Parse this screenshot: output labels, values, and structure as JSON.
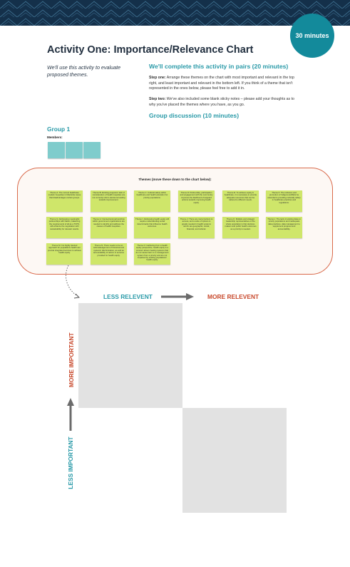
{
  "header": {
    "timer": "30 minutes",
    "title": "Activity One: Importance/Relevance Chart"
  },
  "intro": "We'll use this activity to evaluate proposed themes.",
  "instructions": {
    "heading": "We'll complete this activity in pairs (20 minutes)",
    "step_one_label": "Step one:",
    "step_one_text": "Arrange these themes on the chart with most important and relevant in the top right, and least important and relevant in the bottom left. If you think of a theme that isn't represented in the ones below, please feel free to add it in.",
    "step_two_label": "Step two:",
    "step_two_text": "We've also included some blank sticky notes – please add your thoughts as to why you've placed the themes where you have, as you go.",
    "discussion": "Group discussion (10 minutes)"
  },
  "group": {
    "heading": "Group 1",
    "members_label": "Members:",
    "member_color": "#7fcccc"
  },
  "themes": {
    "heading": "Themes (move these down to the chart below):",
    "note_color": "#cfe66a",
    "notes": [
      "Theme A: The current healthcare models’ inequities in Manitoba cause that disadvantages certain groups.",
      "Theme B: Existing programs’ lack of consideration of health inequities are not currently inform decisions leading towards improvement.",
      "Theme C: Cultural safety within healthcare and health education for priority populations.",
      "Theme D: Partnership, participation and engagement with the community improves the likelihood of targeted actions towards improving health equity.",
      "Theme E: To achieve equity in healthcare, it is necessary to provide adequate resources that can be tailored to different needs.",
      "Theme F: The inclusion and promotion of Indigenous/Métis be essential to providing culturally safety in healthcare practices and regulations.",
      "Theme G: Addressing meaningful partnerships with Nation, balancing the requirements of all as a TCPS, will enhance the negotiation with sustainability for relevant results.",
      "Theme H: Intersectoral partnerships within government organizations are needed to identify and address the causes of health inequities.",
      "Theme I: Addressing health equity will require understanding social determinants that influence health outcomes.",
      "Theme J: There are many barriers to access, and a suite of options is greatly needed in health systems reform are geographic, social, financial, and cultural.",
      "Theme K: Multiple and strategic leadership representatives of the whole population is that decision-makers and public health outcomes as a priority is needed.",
      "Theme L: The lack of existing data on priority populations and inadequate data practices, data management to supplement progress and accountability.",
      "Theme M: It is highly desired approach for populations health can provide integrated services to achieve health equity.",
      "Theme N: There needs to be an acknowledgement of historical and systemic discrimination, as well as accountability of racism in services provided for health equity.",
      "Theme O: Gathering from a health equity perspective, health equity is a concern about creating systems that do not cause harm to a management system from a priority and are not impacted by existing populations’ health equity."
    ]
  },
  "chart": {
    "x_low": "LESS RELEVENT",
    "x_high": "MORE RELEVENT",
    "y_high": "MORE IMPORTANT",
    "y_low": "LESS IMPORTANT",
    "quadrant_shade": "#e2e2e2",
    "accent_teal": "#2a9aa8",
    "accent_red": "#c8492c"
  }
}
